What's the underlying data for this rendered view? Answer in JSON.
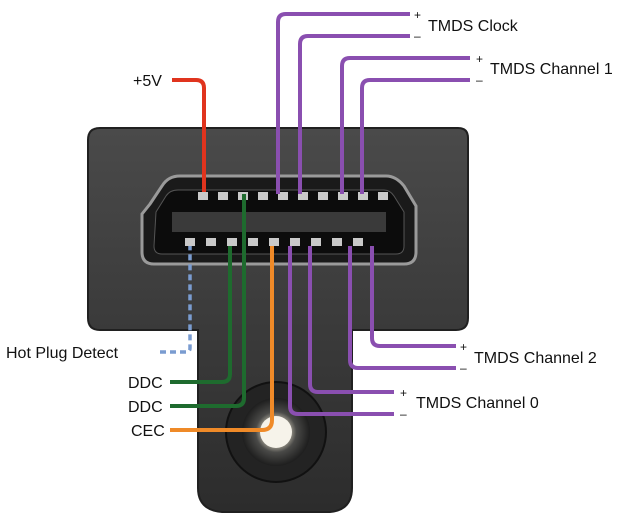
{
  "labels": {
    "plus5v": "+5V",
    "hot_plug": "Hot Plug Detect",
    "ddc_1": "DDC",
    "ddc_2": "DDC",
    "cec": "CEC",
    "tmds_clock": "TMDS Clock",
    "tmds_ch1": "TMDS Channel 1",
    "tmds_ch2": "TMDS Channel 2",
    "tmds_ch0": "TMDS Channel 0"
  },
  "signs": {
    "plus": "+",
    "minus": "–"
  },
  "colors": {
    "power": "#e0341e",
    "ddc": "#1e6b2e",
    "cec": "#ef8a28",
    "tmds": "#8a4fb0",
    "hot_plug": "#7a9cd0",
    "connector_body": "#3a3a3a",
    "connector_dark": "#161616"
  }
}
